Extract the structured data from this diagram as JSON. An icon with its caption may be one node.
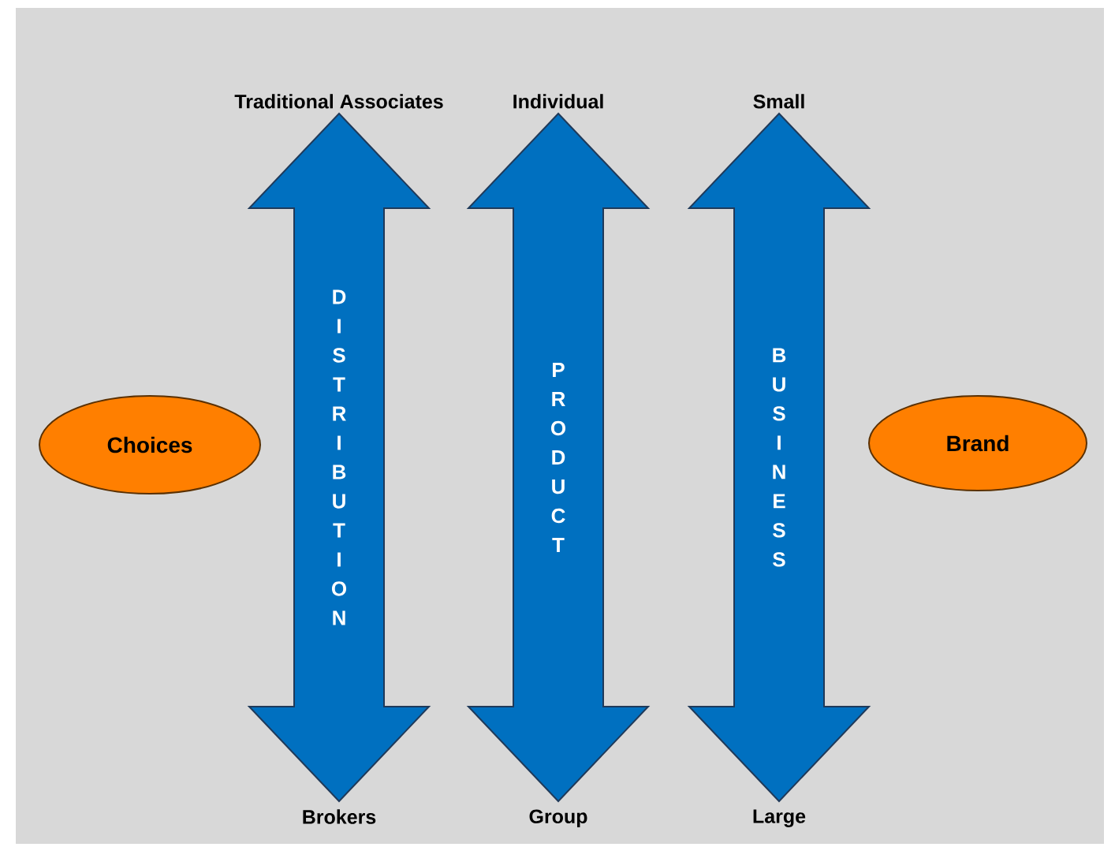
{
  "diagram": {
    "nodes": [
      {
        "text": [
          "Traditional Associates"
        ]
      },
      {
        "text": [
          "Individual"
        ]
      },
      {
        "text": [
          "Small"
        ]
      },
      {
        "text": [
          "Choices"
        ]
      },
      {
        "text": [
          "Brand"
        ]
      },
      {
        "text": [
          "Brokers"
        ]
      },
      {
        "text": [
          "Group"
        ]
      },
      {
        "text": [
          "Large"
        ]
      }
    ],
    "edges": [
      {
        "from": 0,
        "to": 5,
        "arrow": "both",
        "label": "DISTRIBUTION"
      },
      {
        "from": 1,
        "to": 6,
        "arrow": "both",
        "label": "PRODUCT"
      },
      {
        "from": 2,
        "to": 7,
        "arrow": "both",
        "label": "BUSINESS"
      }
    ]
  }
}
